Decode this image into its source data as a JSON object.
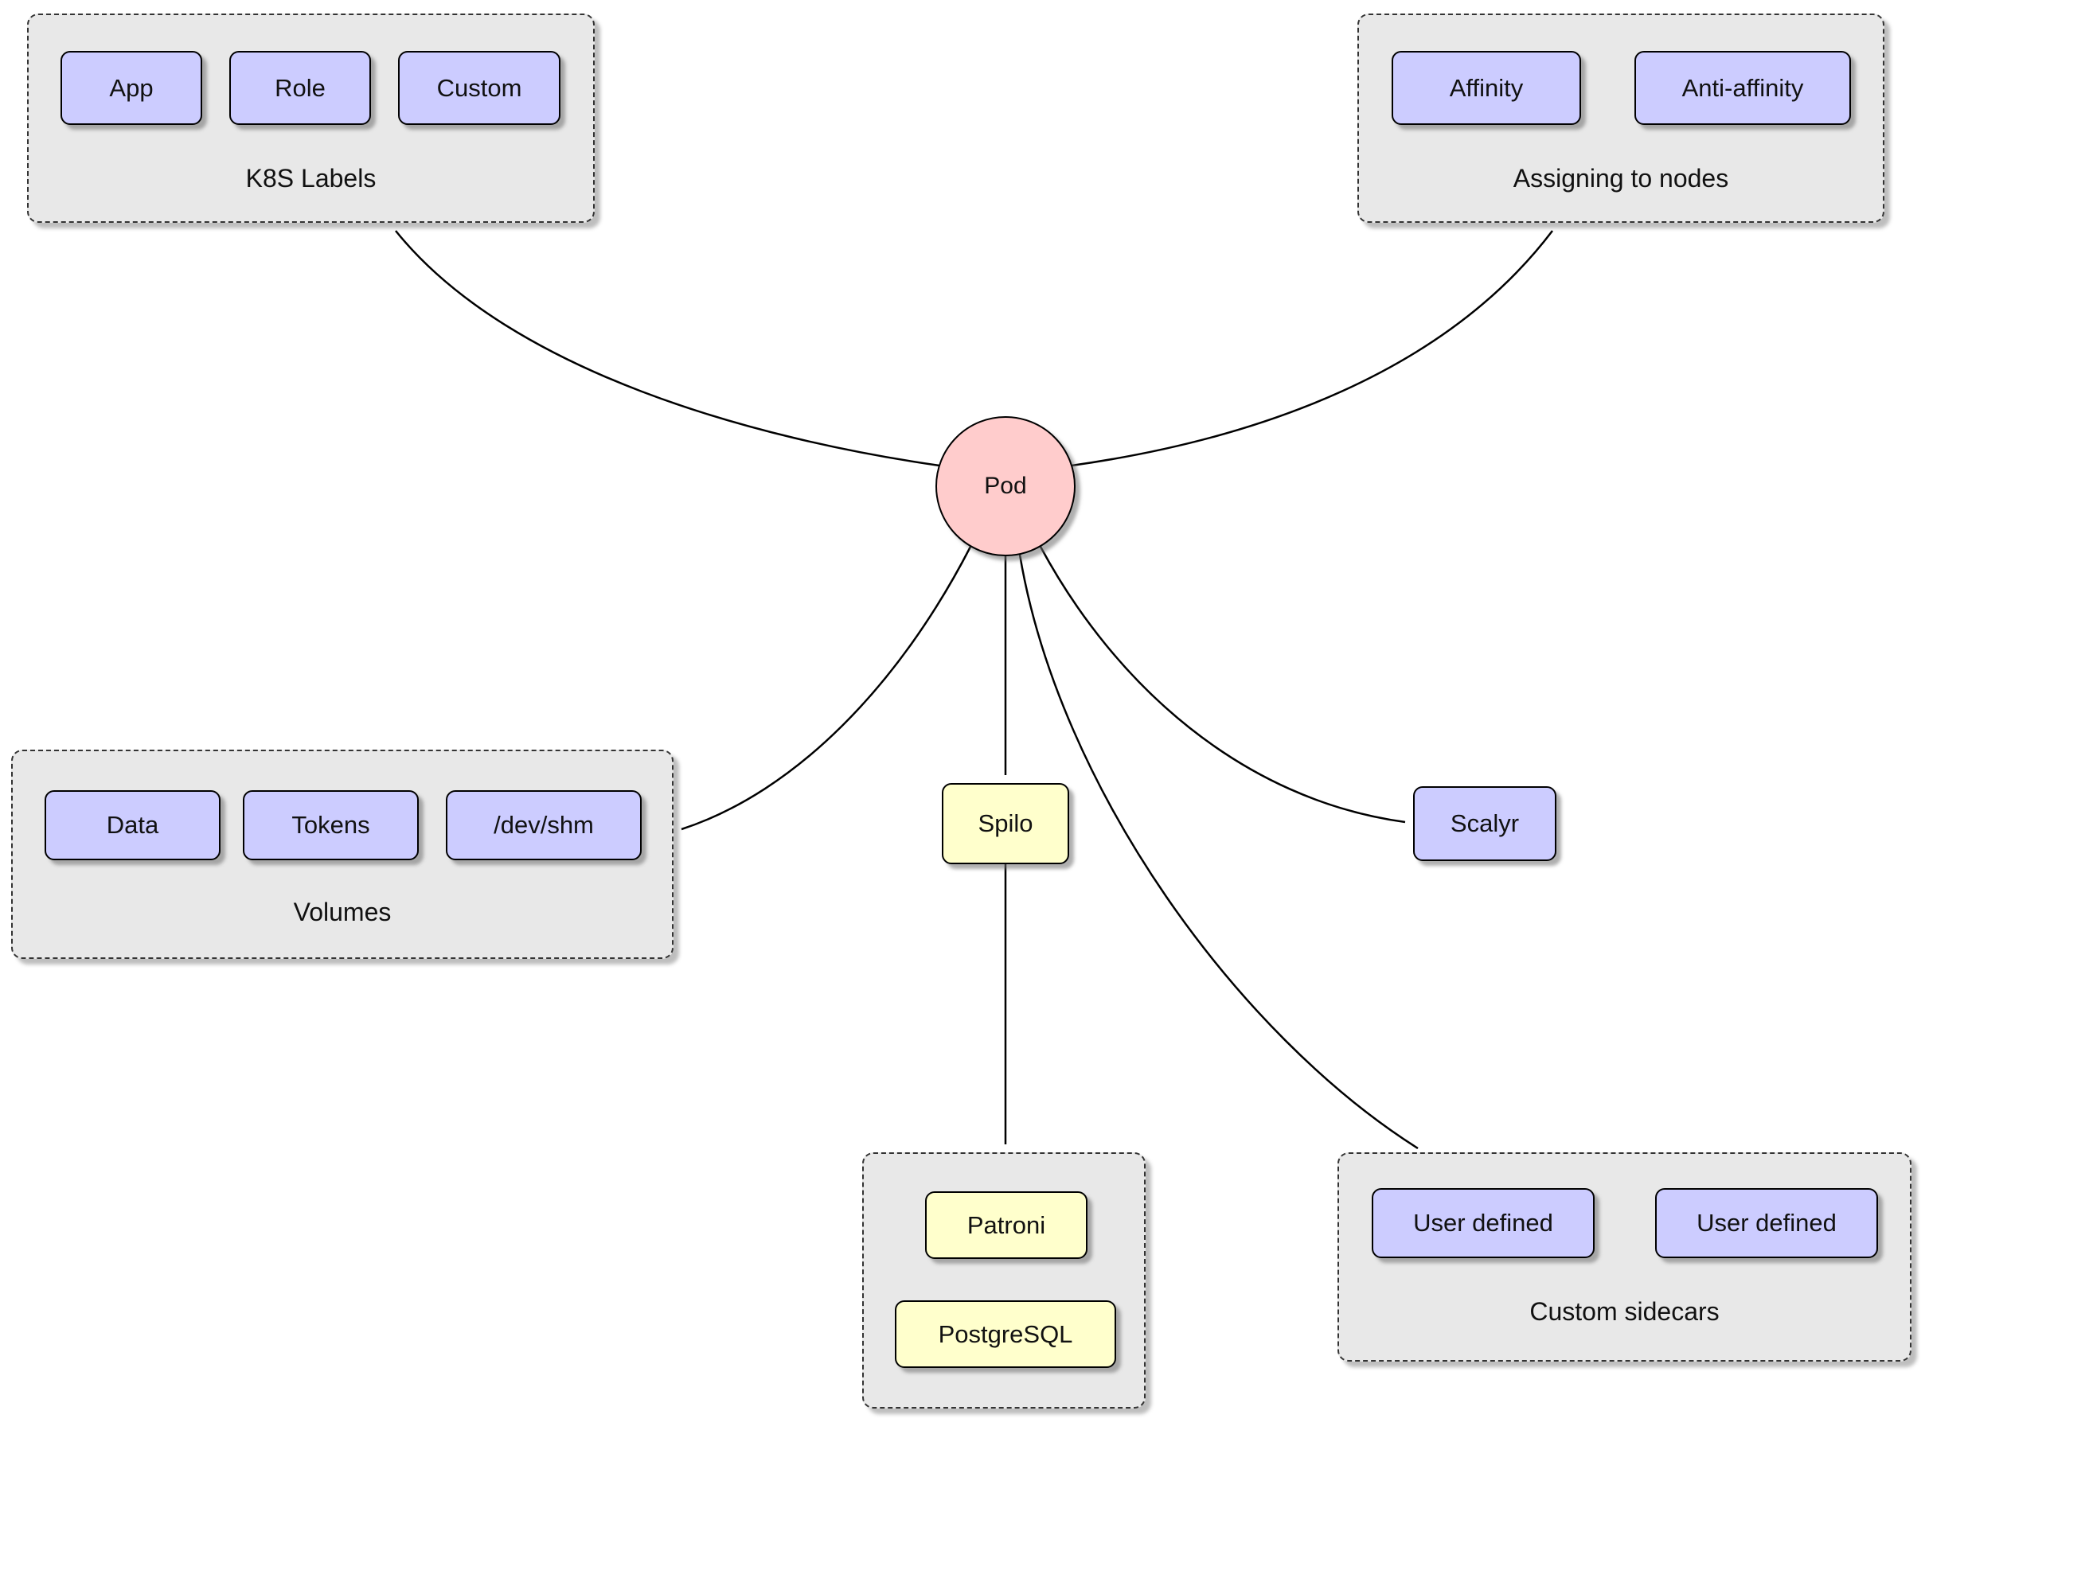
{
  "diagram": {
    "pod_label": "Pod",
    "k8s_labels": {
      "title": "K8S Labels",
      "items": [
        "App",
        "Role",
        "Custom"
      ]
    },
    "assigning_to_nodes": {
      "title": "Assigning to nodes",
      "items": [
        "Affinity",
        "Anti-affinity"
      ]
    },
    "volumes": {
      "title": "Volumes",
      "items": [
        "Data",
        "Tokens",
        "/dev/shm"
      ]
    },
    "spilo": {
      "label": "Spilo",
      "children": [
        "Patroni",
        "PostgreSQL"
      ]
    },
    "scalyr_label": "Scalyr",
    "custom_sidecars": {
      "title": "Custom sidecars",
      "items": [
        "User defined",
        "User defined"
      ]
    },
    "colors": {
      "node_purple": "#ccccff",
      "node_yellow": "#ffffcc",
      "pod_pink": "#ffcccc",
      "container_gray": "#e8e8e8",
      "edge_black": "#000000"
    }
  }
}
